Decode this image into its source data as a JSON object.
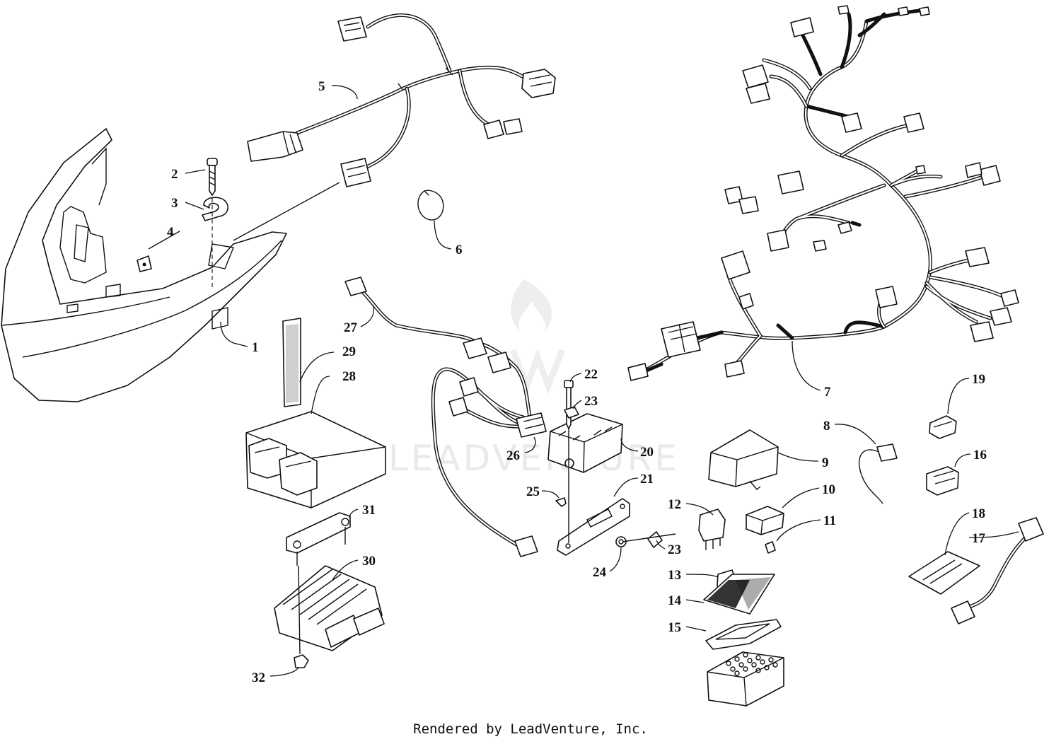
{
  "callouts": [
    {
      "id": "1",
      "text": "1"
    },
    {
      "id": "2",
      "text": "2"
    },
    {
      "id": "3",
      "text": "3"
    },
    {
      "id": "4",
      "text": "4"
    },
    {
      "id": "5",
      "text": "5"
    },
    {
      "id": "6",
      "text": "6"
    },
    {
      "id": "7",
      "text": "7"
    },
    {
      "id": "8",
      "text": "8"
    },
    {
      "id": "9",
      "text": "9"
    },
    {
      "id": "10",
      "text": "10"
    },
    {
      "id": "11",
      "text": "11"
    },
    {
      "id": "12",
      "text": "12"
    },
    {
      "id": "13",
      "text": "13"
    },
    {
      "id": "14",
      "text": "14"
    },
    {
      "id": "15",
      "text": "15"
    },
    {
      "id": "16",
      "text": "16"
    },
    {
      "id": "17",
      "text": "17"
    },
    {
      "id": "18",
      "text": "18"
    },
    {
      "id": "19",
      "text": "19"
    },
    {
      "id": "20",
      "text": "20"
    },
    {
      "id": "21",
      "text": "21"
    },
    {
      "id": "22",
      "text": "22"
    },
    {
      "id": "23a",
      "text": "23"
    },
    {
      "id": "23b",
      "text": "23"
    },
    {
      "id": "24",
      "text": "24"
    },
    {
      "id": "25",
      "text": "25"
    },
    {
      "id": "26",
      "text": "26"
    },
    {
      "id": "27",
      "text": "27"
    },
    {
      "id": "28",
      "text": "28"
    },
    {
      "id": "29",
      "text": "29"
    },
    {
      "id": "30",
      "text": "30"
    },
    {
      "id": "31",
      "text": "31"
    },
    {
      "id": "32",
      "text": "32"
    }
  ],
  "watermark": "LEADVENTURE",
  "credit": "Rendered by LeadVenture, Inc.",
  "colors": {
    "ink": "#111111",
    "paper": "#ffffff",
    "watermark": "#e9e9e9"
  }
}
